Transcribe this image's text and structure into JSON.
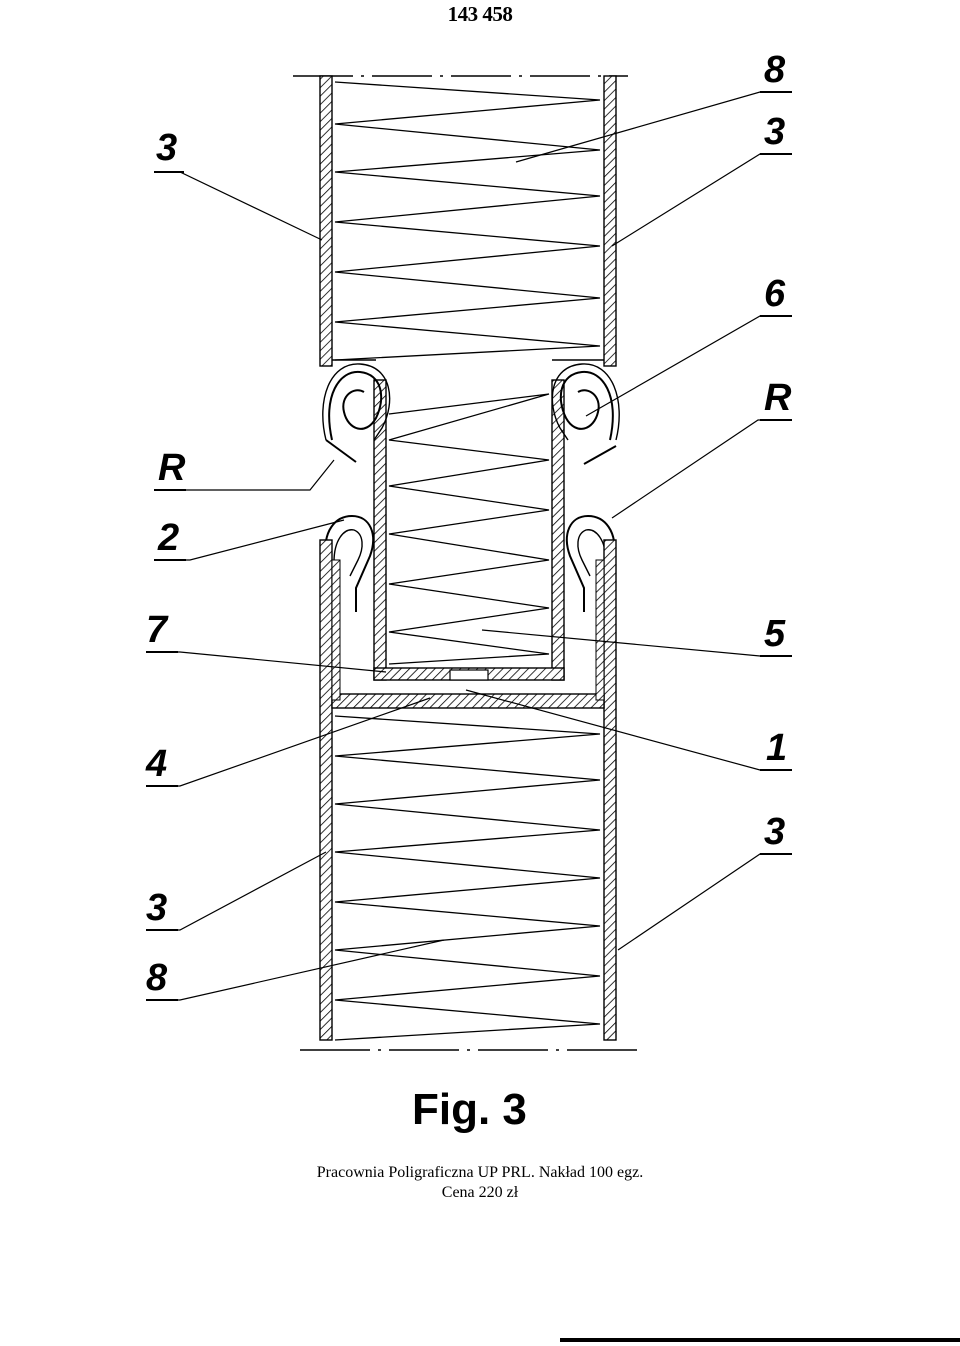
{
  "header": {
    "page_number": "143 458"
  },
  "figure": {
    "caption": "Fig. 3",
    "labels": {
      "left_3_top": "3",
      "left_R": "R",
      "left_2": "2",
      "left_7": "7",
      "left_4": "4",
      "left_3_bottom": "3",
      "left_8": "8",
      "right_8": "8",
      "right_3_top": "3",
      "right_6": "6",
      "right_R": "R",
      "right_5": "5",
      "right_1": "1",
      "right_3_bottom": "3"
    }
  },
  "imprint": {
    "line1": "Pracownia Poligraficzna UP PRL. Nakład 100 egz.",
    "line2": "Cena 220 zł"
  }
}
